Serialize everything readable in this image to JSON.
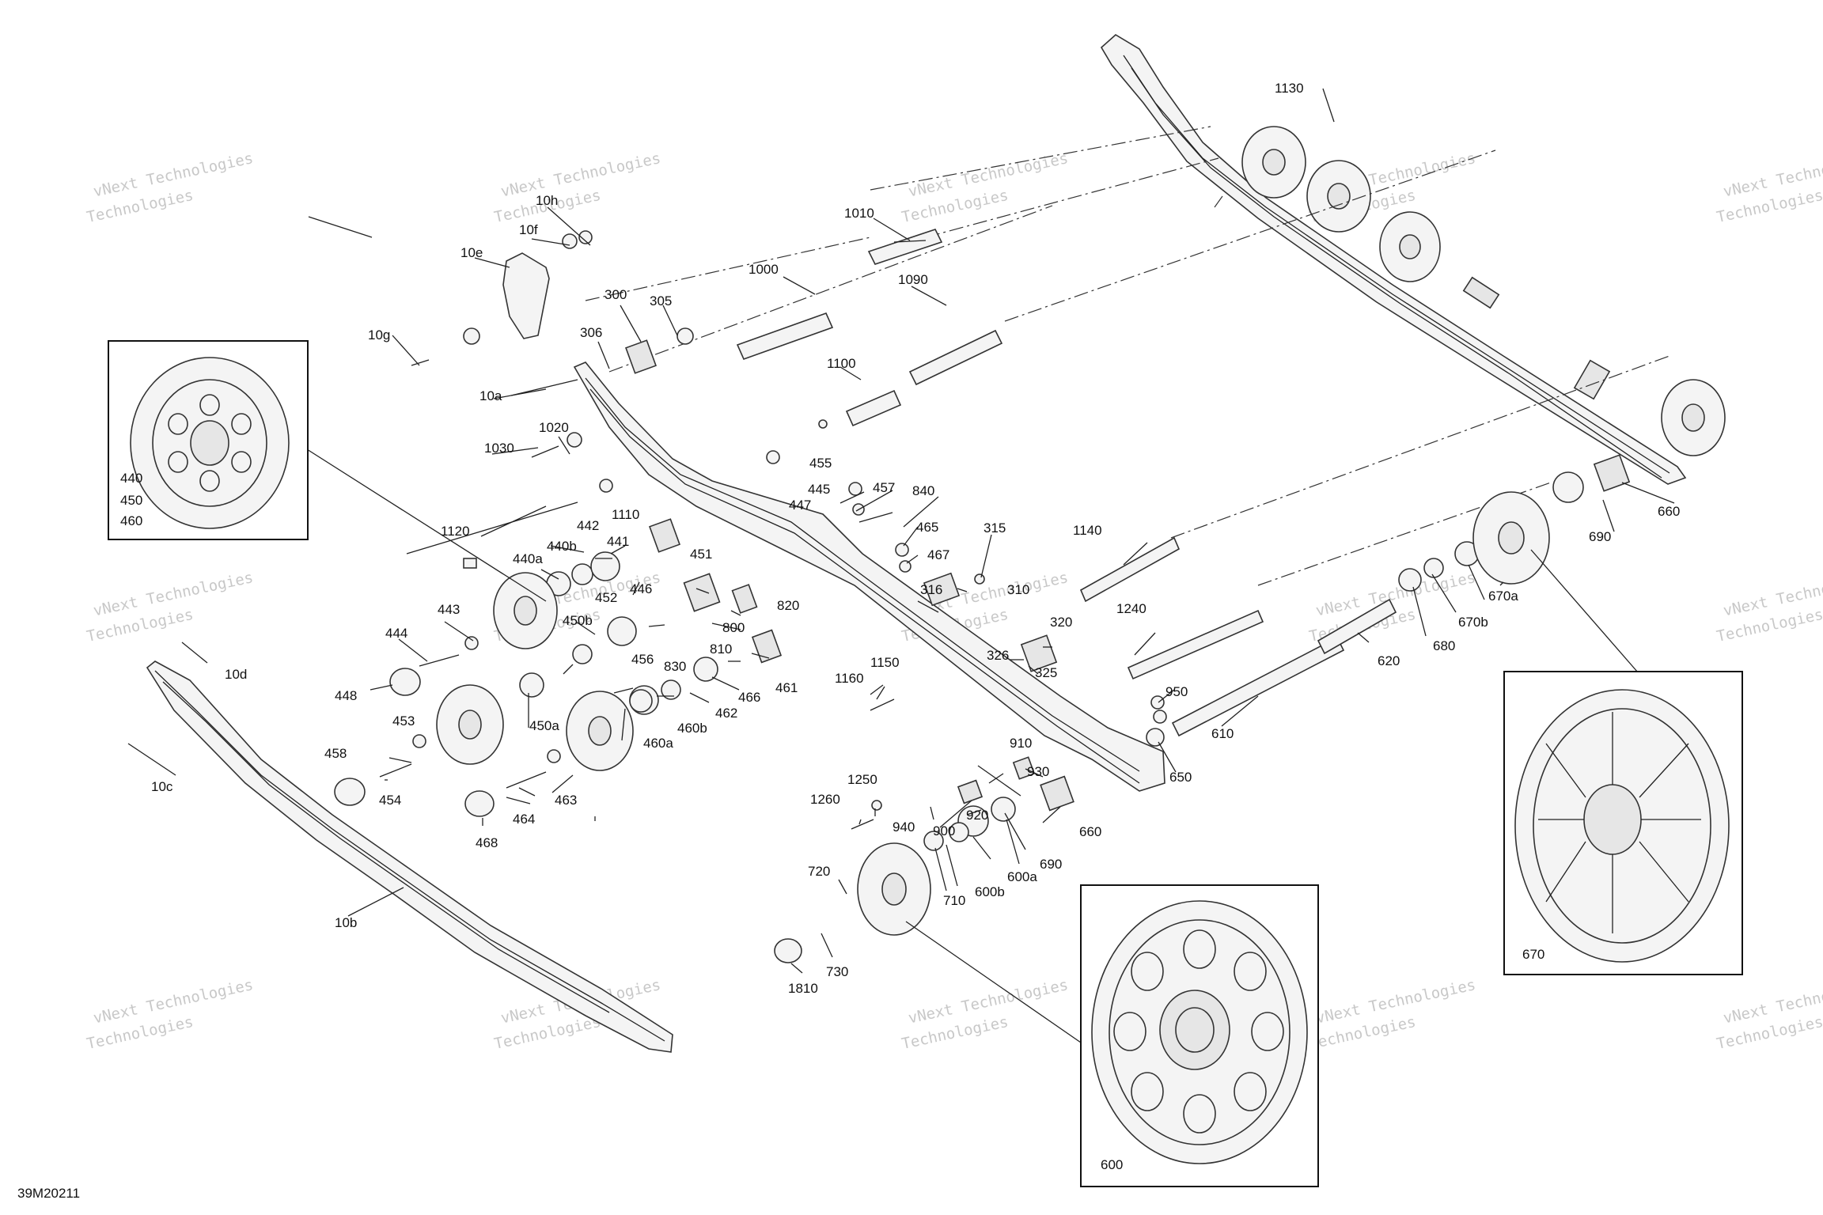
{
  "diagram_code": "39M20211",
  "watermark": {
    "line1": "vNext Technologies",
    "line2": "Technologies"
  },
  "labels": {
    "l1130": "1130",
    "l1010": "1010",
    "l1000": "1000",
    "l1090": "1090",
    "l1100": "1100",
    "l10h": "10h",
    "l10f": "10f",
    "l10e": "10e",
    "l10g": "10g",
    "l300": "300",
    "l305": "305",
    "l306": "306",
    "l10a": "10a",
    "l1020": "1020",
    "l1030": "1030",
    "l455": "455",
    "l445": "445",
    "l447": "447",
    "l457": "457",
    "l840": "840",
    "l465": "465",
    "l467": "467",
    "l315": "315",
    "l1140": "1140",
    "l1110": "1110",
    "l1120": "1120",
    "l442": "442",
    "l441": "441",
    "l440b": "440b",
    "l440a": "440a",
    "l451": "451",
    "l452": "452",
    "l446": "446",
    "l820": "820",
    "l316": "316",
    "l310": "310",
    "l443": "443",
    "l450b": "450b",
    "l800": "800",
    "l456": "456",
    "l810": "810",
    "l830": "830",
    "l320": "320",
    "l326": "326",
    "l325": "325",
    "l1240": "1240",
    "l444": "444",
    "l10d": "10d",
    "l461": "461",
    "l466": "466",
    "l462": "462",
    "l460b": "460b",
    "l1160": "1160",
    "l1150": "1150",
    "l950": "950",
    "l610": "610",
    "l650": "650",
    "l620": "620",
    "l680": "680",
    "l670b": "670b",
    "l670a": "670a",
    "l690a": "690",
    "l660a": "660",
    "l448": "448",
    "l453": "453",
    "l450a": "450a",
    "l460a": "460a",
    "l458": "458",
    "l454": "454",
    "l464": "464",
    "l463": "463",
    "l468": "468",
    "l10c": "10c",
    "l910": "910",
    "l930": "930",
    "l1250": "1250",
    "l1260": "1260",
    "l940": "940",
    "l900": "900",
    "l920": "920",
    "l660b": "660",
    "l690b": "690",
    "l600a": "600a",
    "l600b": "600b",
    "l710": "710",
    "l720": "720",
    "l730": "730",
    "l1810": "1810",
    "l10b": "10b",
    "l440": "440",
    "l450": "450",
    "l460": "460",
    "l670": "670",
    "l600": "600"
  }
}
